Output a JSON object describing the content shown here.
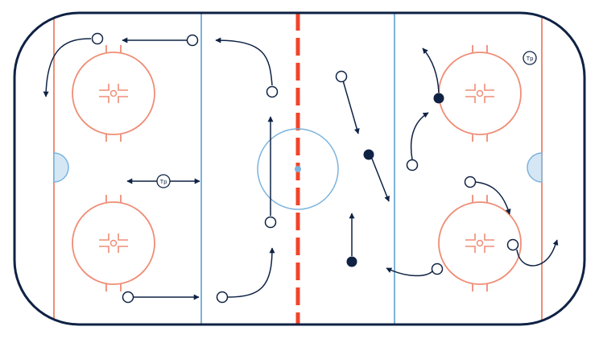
{
  "diagram": {
    "kind": "hockey-rink-drill",
    "colors": {
      "boards": "#0f2244",
      "red_line": "#f0442a",
      "blue_line": "#7bb3dd",
      "circle_red": "#ef8d76",
      "center_circle": "#7bb3dd",
      "crease": "#d5e7f5",
      "arrow": "#0f2244",
      "player_filled": "#0f2244",
      "player_open": "#ffffff"
    },
    "labels": {
      "tp_center": "Tp",
      "tp_right": "Tp"
    }
  }
}
